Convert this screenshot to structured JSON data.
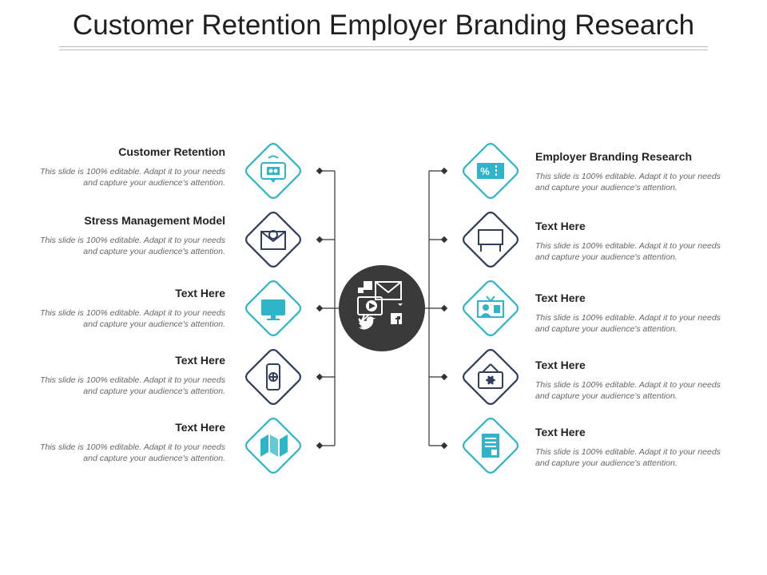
{
  "title": "Customer Retention Employer Branding Research",
  "colors": {
    "dark": "#2e3e5c",
    "light": "#2fb5c9",
    "hub": "#3a3a3a",
    "line": "#333333"
  },
  "left_items": [
    {
      "heading": "Customer Retention",
      "desc": "This slide is 100% editable. Adapt it to your needs and capture your audience's attention.",
      "icon": "tablet-video-icon",
      "tone": "light"
    },
    {
      "heading": "Stress Management Model",
      "desc": "This slide is 100% editable. Adapt it to your needs and capture your audience's attention.",
      "icon": "envelope-icon",
      "tone": "dark"
    },
    {
      "heading": "Text Here",
      "desc": "This slide is 100% editable. Adapt it to your needs and capture your audience's attention.",
      "icon": "monitor-icon",
      "tone": "light"
    },
    {
      "heading": "Text Here",
      "desc": "This slide is 100% editable. Adapt it to your needs and capture your audience's attention.",
      "icon": "smartphone-globe-icon",
      "tone": "dark"
    },
    {
      "heading": "Text Here",
      "desc": "This slide is 100% editable. Adapt it to your needs and capture your audience's attention.",
      "icon": "brochure-icon",
      "tone": "light"
    }
  ],
  "right_items": [
    {
      "heading": "Employer Branding Research",
      "desc": "This slide is 100% editable. Adapt it to your needs and capture your audience's attention.",
      "icon": "discount-board-icon",
      "tone": "light"
    },
    {
      "heading": "Text Here",
      "desc": "This slide is 100% editable. Adapt it to your needs and capture your audience's attention.",
      "icon": "billboard-icon",
      "tone": "dark"
    },
    {
      "heading": "Text Here",
      "desc": "This slide is 100% editable. Adapt it to your needs and capture your audience's attention.",
      "icon": "tv-presenter-icon",
      "tone": "light"
    },
    {
      "heading": "Text Here",
      "desc": "This slide is 100% editable. Adapt it to your needs and capture your audience's attention.",
      "icon": "hanging-sign-icon",
      "tone": "dark"
    },
    {
      "heading": "Text Here",
      "desc": "This slide is 100% editable. Adapt it to your needs and capture your audience's attention.",
      "icon": "document-icon",
      "tone": "light"
    }
  ],
  "hub": {
    "icon": "social-media-icon"
  }
}
